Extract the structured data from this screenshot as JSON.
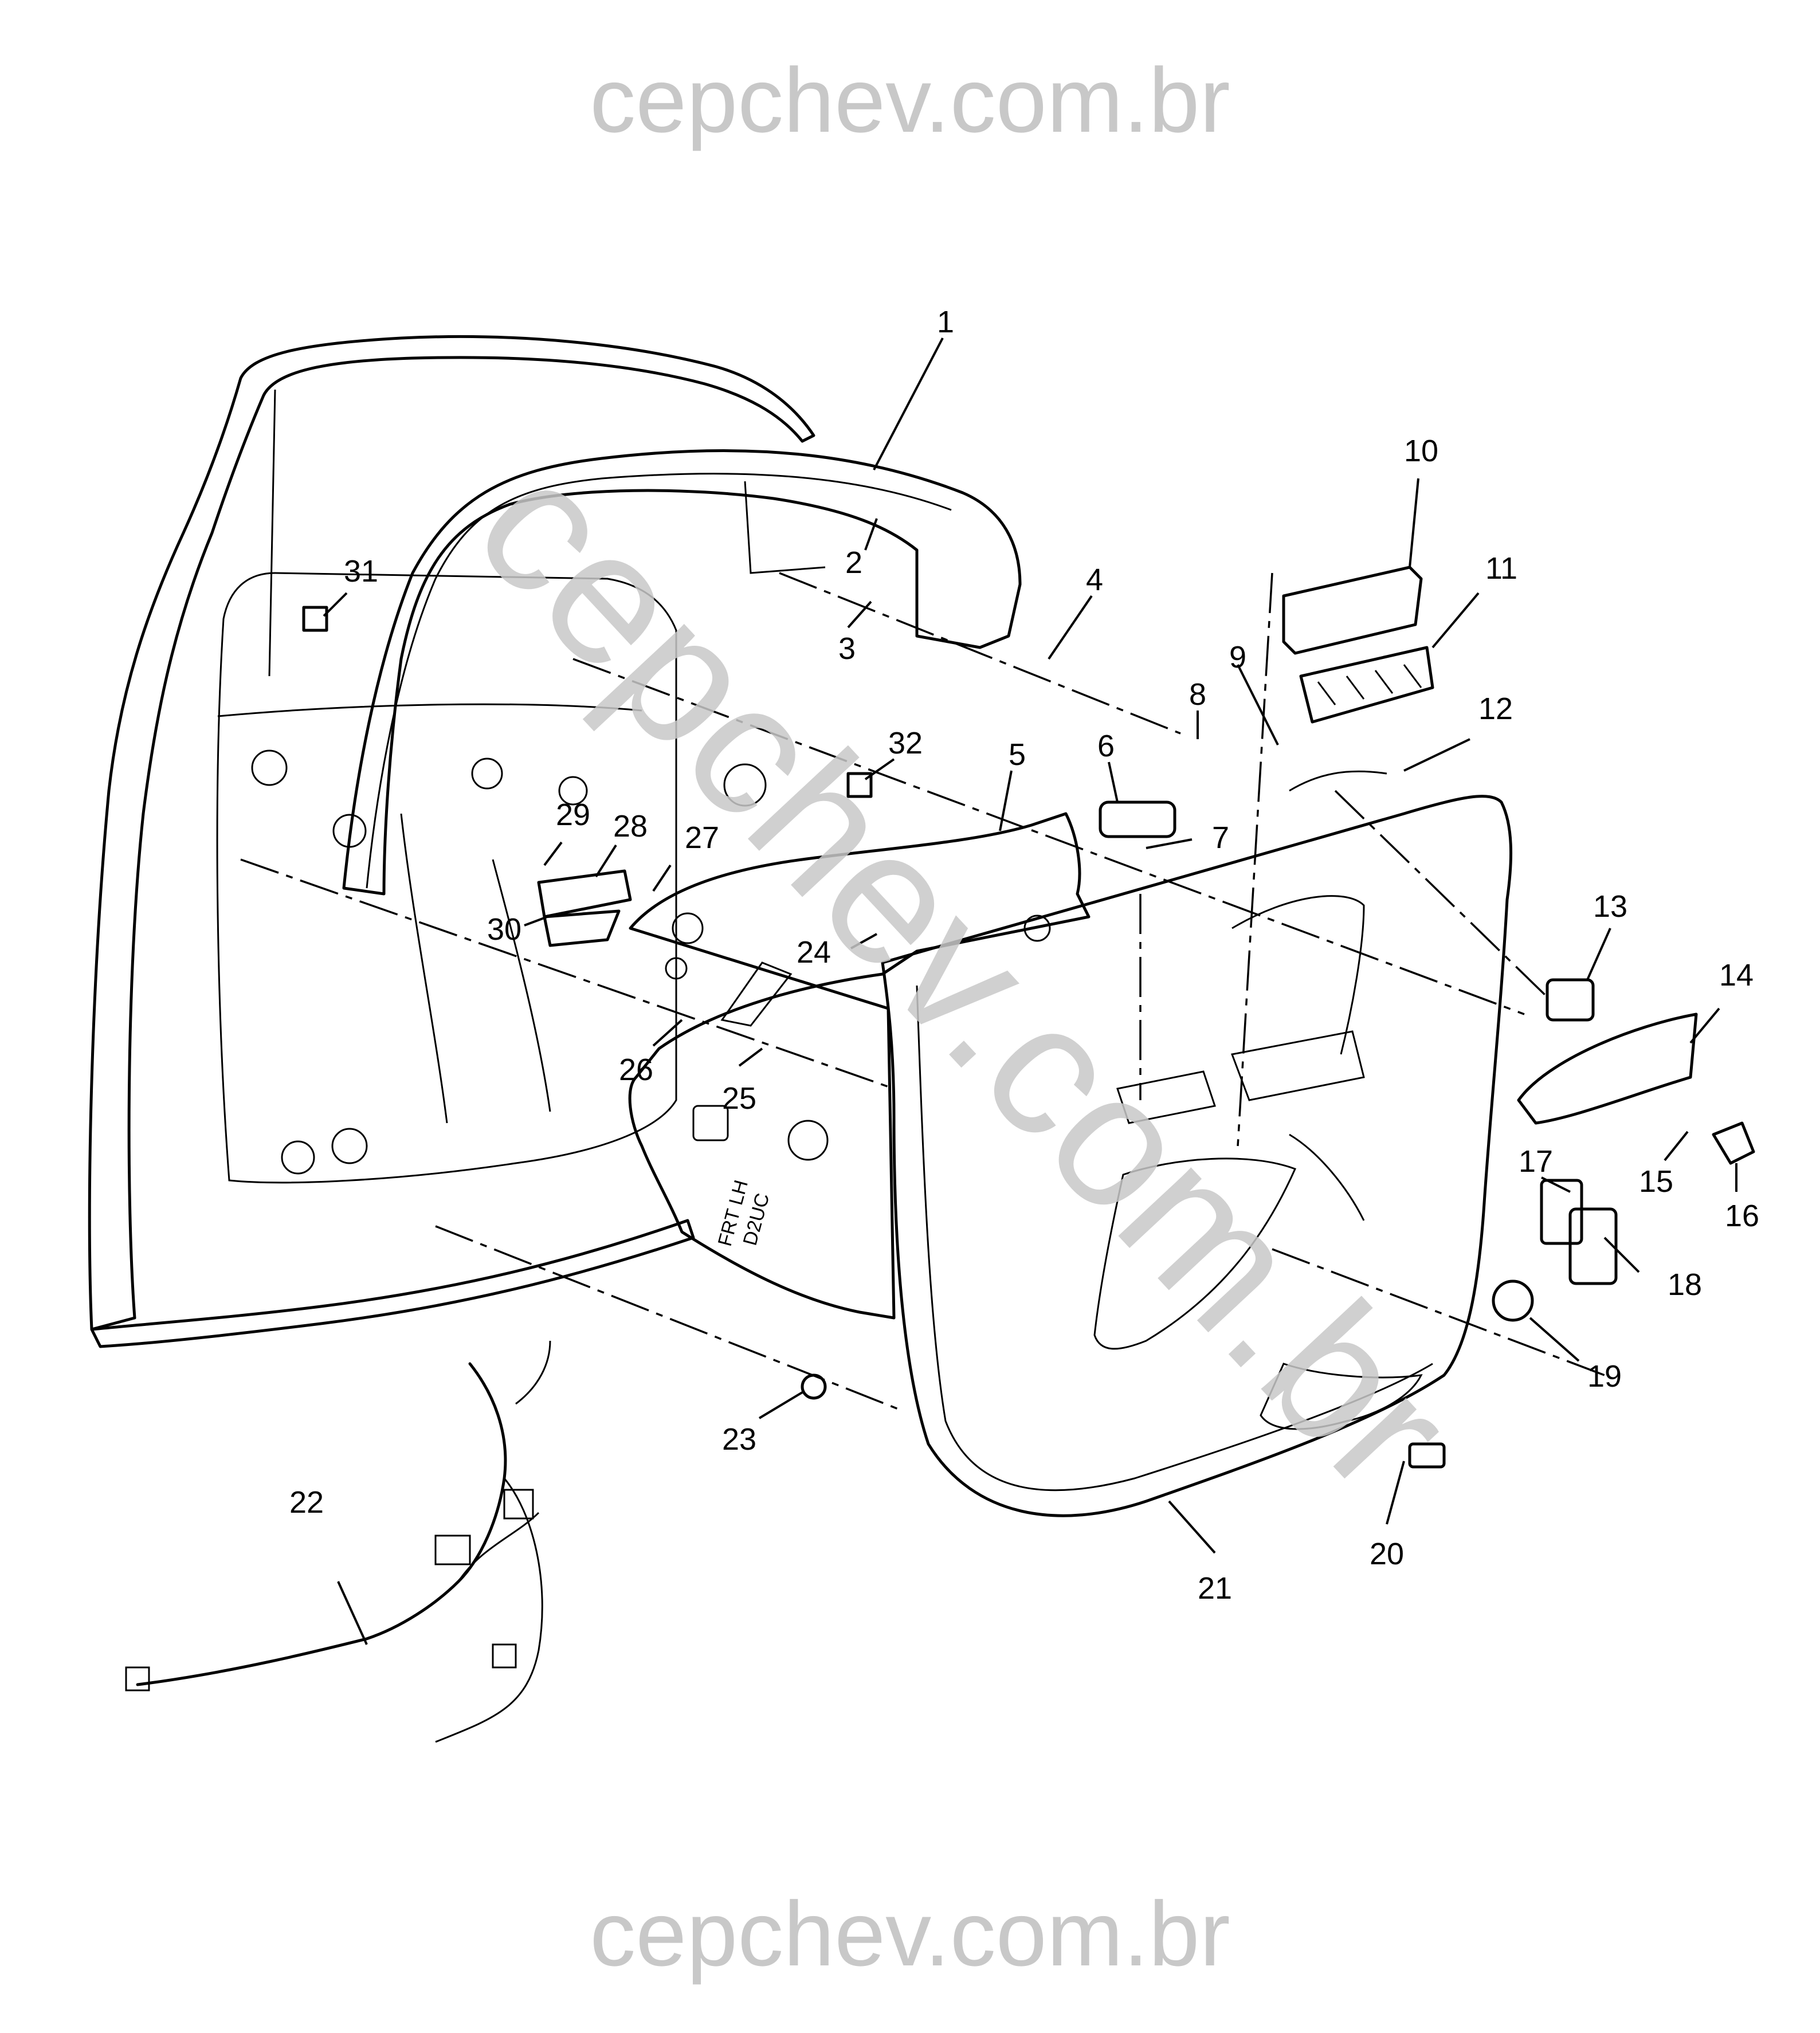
{
  "watermarks": {
    "top": "cepchev.com.br",
    "bottom": "cepchev.com.br",
    "diagonal": "cepchev.com.br"
  },
  "diagram_labels": {
    "panel_marking_line1": "FRT LH",
    "panel_marking_line2": "D2UC"
  },
  "callouts": [
    {
      "id": "1",
      "label": "1"
    },
    {
      "id": "2",
      "label": "2"
    },
    {
      "id": "3",
      "label": "3"
    },
    {
      "id": "4",
      "label": "4"
    },
    {
      "id": "5",
      "label": "5"
    },
    {
      "id": "6",
      "label": "6"
    },
    {
      "id": "7",
      "label": "7"
    },
    {
      "id": "8",
      "label": "8"
    },
    {
      "id": "9",
      "label": "9"
    },
    {
      "id": "10",
      "label": "10"
    },
    {
      "id": "11",
      "label": "11"
    },
    {
      "id": "12",
      "label": "12"
    },
    {
      "id": "13",
      "label": "13"
    },
    {
      "id": "14",
      "label": "14"
    },
    {
      "id": "15",
      "label": "15"
    },
    {
      "id": "16",
      "label": "16"
    },
    {
      "id": "17",
      "label": "17"
    },
    {
      "id": "18",
      "label": "18"
    },
    {
      "id": "19",
      "label": "19"
    },
    {
      "id": "20",
      "label": "20"
    },
    {
      "id": "21",
      "label": "21"
    },
    {
      "id": "22",
      "label": "22"
    },
    {
      "id": "23",
      "label": "23"
    },
    {
      "id": "24",
      "label": "24"
    },
    {
      "id": "25",
      "label": "25"
    },
    {
      "id": "26",
      "label": "26"
    },
    {
      "id": "27",
      "label": "27"
    },
    {
      "id": "28",
      "label": "28"
    },
    {
      "id": "29",
      "label": "29"
    },
    {
      "id": "30",
      "label": "30"
    },
    {
      "id": "31",
      "label": "31"
    },
    {
      "id": "32",
      "label": "32"
    }
  ],
  "colors": {
    "line": "#000000",
    "watermark": "#c8c8c8",
    "background": "#ffffff"
  }
}
